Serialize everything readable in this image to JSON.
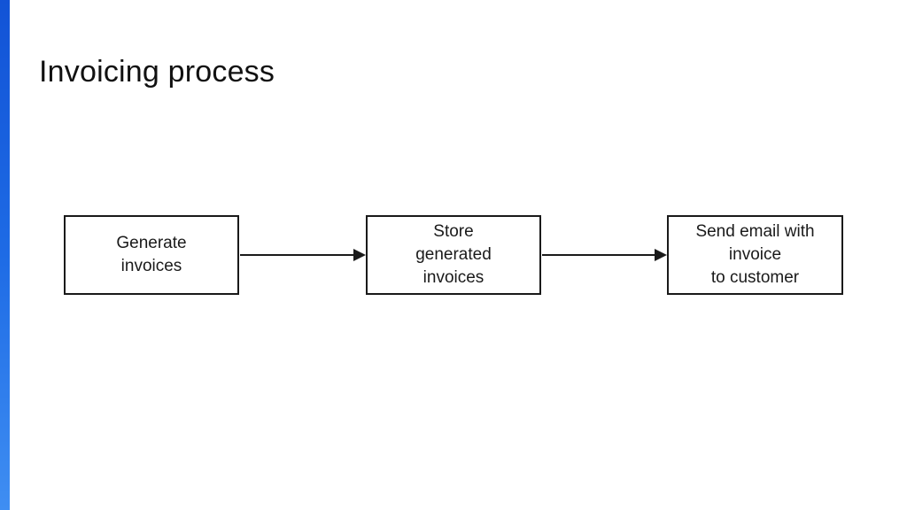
{
  "slide": {
    "title": "Invoicing process",
    "accent_bar": {
      "color_top": "#1253d6",
      "color_bottom": "#3f8ef2"
    }
  },
  "diagram": {
    "type": "flowchart",
    "direction": "left-to-right",
    "nodes": [
      {
        "id": "generate-invoices",
        "label": "Generate\ninvoices"
      },
      {
        "id": "store-generated-invoices",
        "label": "Store\ngenerated\ninvoices"
      },
      {
        "id": "send-email-with-invoice",
        "label": "Send email with\ninvoice\nto customer"
      }
    ],
    "edges": [
      {
        "from": "generate-invoices",
        "to": "store-generated-invoices",
        "style": "arrow-right"
      },
      {
        "from": "store-generated-invoices",
        "to": "send-email-with-invoice",
        "style": "arrow-right"
      }
    ]
  }
}
